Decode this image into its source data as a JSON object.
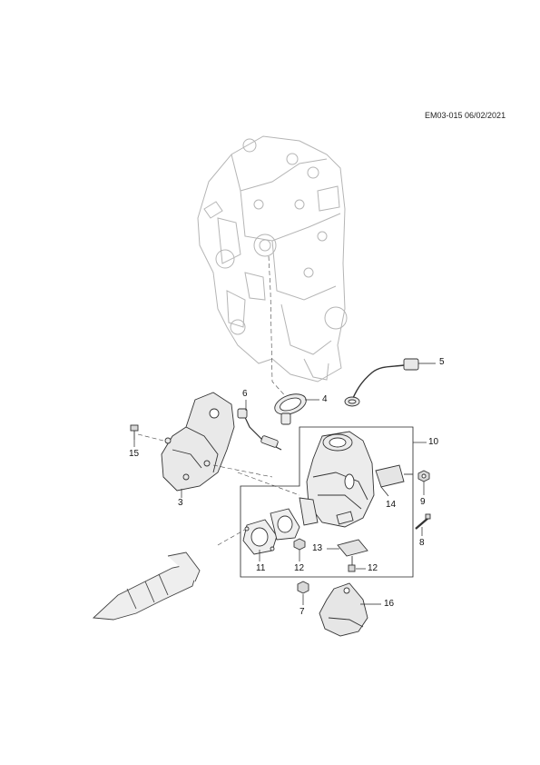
{
  "header": {
    "drawing_code": "EM03-015 06/02/2021"
  },
  "callouts": [
    {
      "id": "c3",
      "label": "3"
    },
    {
      "id": "c4",
      "label": "4"
    },
    {
      "id": "c5",
      "label": "5"
    },
    {
      "id": "c6",
      "label": "6"
    },
    {
      "id": "c7",
      "label": "7"
    },
    {
      "id": "c8",
      "label": "8"
    },
    {
      "id": "c9",
      "label": "9"
    },
    {
      "id": "c10",
      "label": "10"
    },
    {
      "id": "c11",
      "label": "11"
    },
    {
      "id": "c12a",
      "label": "12"
    },
    {
      "id": "c12b",
      "label": "12"
    },
    {
      "id": "c13",
      "label": "13"
    },
    {
      "id": "c14",
      "label": "14"
    },
    {
      "id": "c15",
      "label": "15"
    },
    {
      "id": "c16",
      "label": "16"
    }
  ],
  "colors": {
    "line": "#222222",
    "engine": "#b9b9b9",
    "part": "#555555",
    "fill": "#e8e8e8"
  }
}
